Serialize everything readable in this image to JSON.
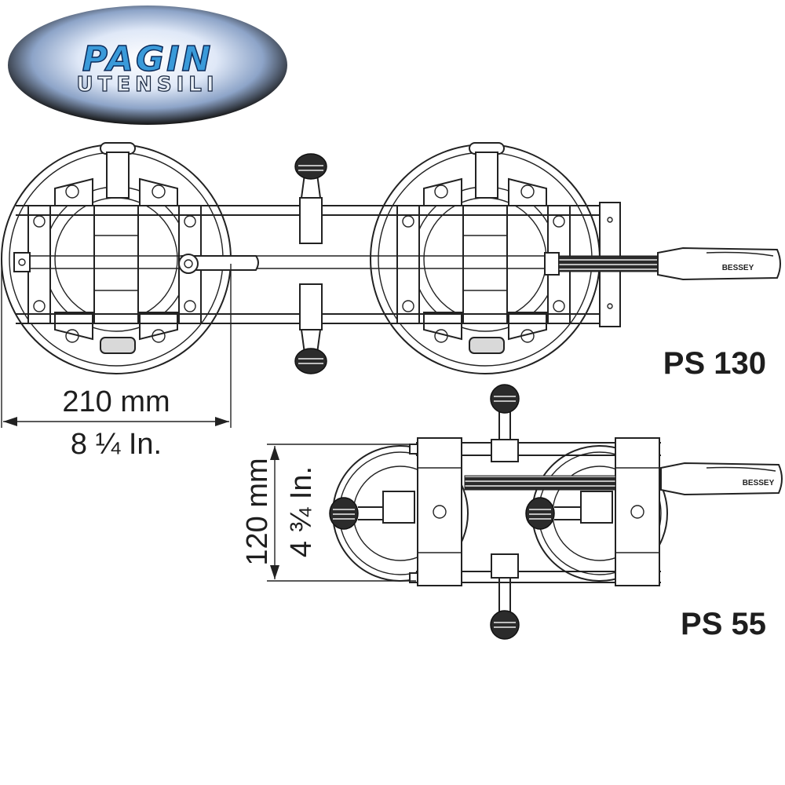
{
  "logo": {
    "main_text": "PAGIN",
    "sub_text": "UTENSILI",
    "colors": {
      "main": "#3a9ad9",
      "outline": "#0b2a5a",
      "ellipse_dark": "#141414",
      "ellipse_light": "#c8d8f0"
    }
  },
  "brand_mark": "BESSEY",
  "models": {
    "large": "PS 130",
    "small": "PS 55"
  },
  "dimensions": {
    "large_width_mm": "210 mm",
    "large_width_in": "8 ¼ In.",
    "small_height_mm": "120 mm",
    "small_height_in": "4 ¾ In."
  },
  "colors": {
    "line": "#222222",
    "text": "#1e1e1e",
    "background": "#ffffff"
  }
}
